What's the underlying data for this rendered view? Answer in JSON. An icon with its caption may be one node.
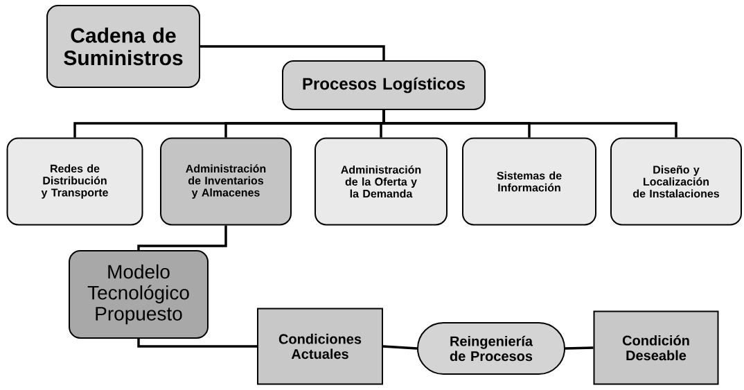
{
  "diagram": {
    "nodes": [
      {
        "text": [
          "Cadena de Suministros"
        ]
      },
      {
        "text": [
          "Procesos Logísticos"
        ]
      },
      {
        "text": [
          "Redes de Distribución y Transporte"
        ]
      },
      {
        "text": [
          "Administración de Inventarios y Almacenes"
        ]
      },
      {
        "text": [
          "Administración de la Oferta y la Demanda"
        ]
      },
      {
        "text": [
          "Sistemas de Información"
        ]
      },
      {
        "text": [
          "Diseño y Localización de Instalaciones"
        ]
      },
      {
        "text": [
          "Modelo Tecnológico Propuesto"
        ]
      },
      {
        "text": [
          "Condiciones Actuales"
        ]
      },
      {
        "text": [
          "Reingeniería de Procesos"
        ]
      },
      {
        "text": [
          "Condición Deseable"
        ]
      }
    ],
    "edges": [
      {
        "from": 0,
        "to": 1,
        "arrow": "none"
      },
      {
        "from": 1,
        "to": 2,
        "arrow": "none"
      },
      {
        "from": 1,
        "to": 3,
        "arrow": "none"
      },
      {
        "from": 1,
        "to": 4,
        "arrow": "none"
      },
      {
        "from": 1,
        "to": 5,
        "arrow": "none"
      },
      {
        "from": 1,
        "to": 6,
        "arrow": "none"
      },
      {
        "from": 3,
        "to": 7,
        "arrow": "none"
      },
      {
        "from": 7,
        "to": 8,
        "arrow": "none"
      },
      {
        "from": 8,
        "to": 9,
        "arrow": "none"
      },
      {
        "from": 9,
        "to": 10,
        "arrow": "none"
      }
    ]
  }
}
